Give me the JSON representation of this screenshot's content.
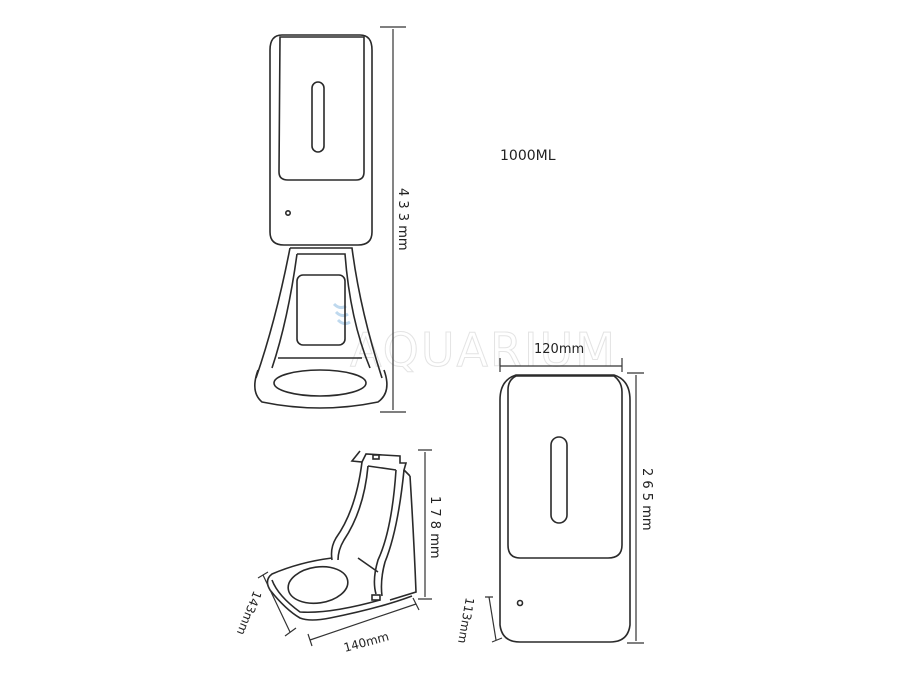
{
  "capacity_label": "1000ML",
  "watermark": "AQUARIUM",
  "views": {
    "side": {
      "height_label": "4 3 3 mm"
    },
    "front": {
      "width_label": "120mm",
      "height_label": "2 6 5 mm",
      "bottom_label": "113mm"
    },
    "stand": {
      "height_label": "1 7 8 mm",
      "depth_label": "143mm",
      "width_label": "140mm"
    }
  }
}
